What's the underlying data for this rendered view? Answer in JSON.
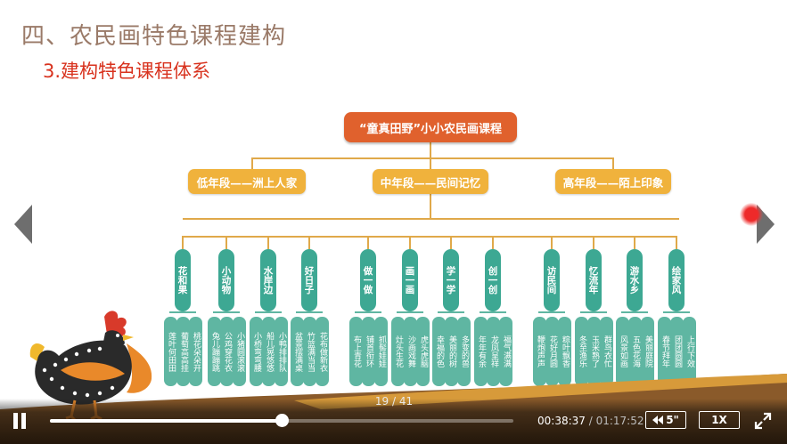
{
  "slide": {
    "title": "四、农民画特色课程建构",
    "subtitle": "3.建构特色课程体系",
    "root": "“童真田野”小小农民画课程",
    "stages": [
      {
        "label": "低年段——洲上人家"
      },
      {
        "label": "中年段——民间记忆"
      },
      {
        "label": "高年段——陌上印象"
      }
    ],
    "categories": [
      {
        "label": "花和果",
        "leaves": [
          "莲叶何田田",
          "葡萄高高挂",
          "桃花朵朵开"
        ]
      },
      {
        "label": "小动物",
        "leaves": [
          "兔儿蹦蹦跳",
          "公鸡穿花衣",
          "小猪圆滚滚"
        ]
      },
      {
        "label": "水岸边",
        "leaves": [
          "小桥弯弯腰",
          "船儿晃悠悠",
          "小鸭排排队"
        ]
      },
      {
        "label": "好日子",
        "leaves": [
          "盆景摆满桌",
          "竹篮满当当",
          "花布做新衣"
        ]
      },
      {
        "label": "做一做",
        "leaves": [
          "布上青花",
          "铺首衔环",
          "抓髻娃娃"
        ]
      },
      {
        "label": "画一画",
        "leaves": [
          "灶头生花",
          "沙画戏舞",
          "虎头虎脑"
        ]
      },
      {
        "label": "学一学",
        "leaves": [
          "幸福的色",
          "美丽的树",
          "多变的兽"
        ]
      },
      {
        "label": "创一创",
        "leaves": [
          "年年有余",
          "龙凤呈祥",
          "福气满满"
        ]
      },
      {
        "label": "访民间",
        "leaves": [
          "鞭炮声声",
          "花好月圆",
          "粽叶飘香"
        ]
      },
      {
        "label": "忆流年",
        "leaves": [
          "冬至渔乐",
          "玉米熟了",
          "群鸟衣忙"
        ]
      },
      {
        "label": "游水乡",
        "leaves": [
          "风景如画",
          "五色花海",
          "美丽庭院"
        ]
      },
      {
        "label": "绘家风",
        "leaves": [
          "春节拜年",
          "团团圆圆",
          "上行下效"
        ]
      }
    ]
  },
  "player": {
    "page_indicator": "19 / 41",
    "current_time": "00:38:37",
    "separator": " / ",
    "total_time": "01:17:52",
    "progress": 0.5,
    "rewind_label": "5\"",
    "speed_label": "1X"
  }
}
